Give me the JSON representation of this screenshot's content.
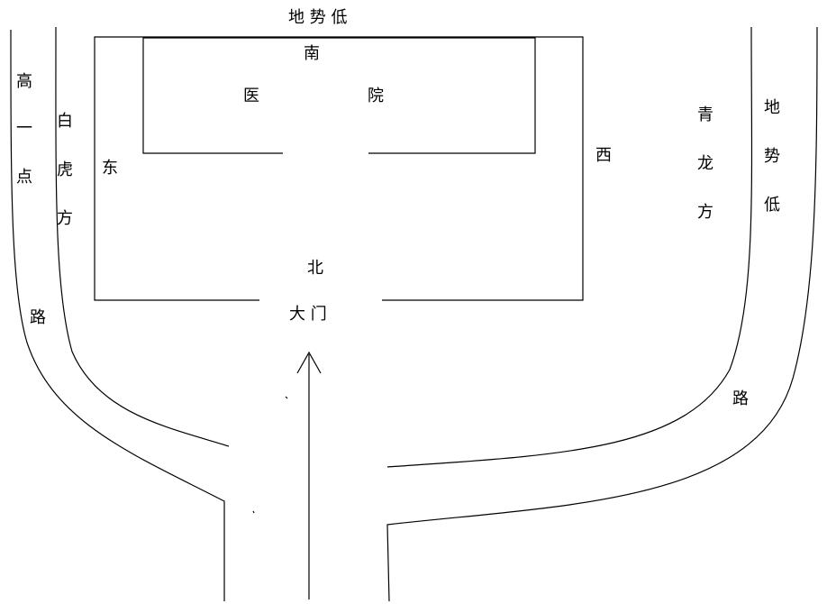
{
  "labels": {
    "top_terrain": "地 势 低",
    "south": "南",
    "hospital_left": "医",
    "hospital_right": "院",
    "east": "东",
    "west": "西",
    "north": "北",
    "gate": "大 门",
    "left_high": [
      "高",
      "一",
      "点"
    ],
    "left_tiger": [
      "白",
      "虎",
      "方"
    ],
    "left_road": "路",
    "right_dragon": [
      "青",
      "龙",
      "方"
    ],
    "right_terrain": [
      "地",
      "势",
      "低"
    ],
    "right_road": "路"
  }
}
